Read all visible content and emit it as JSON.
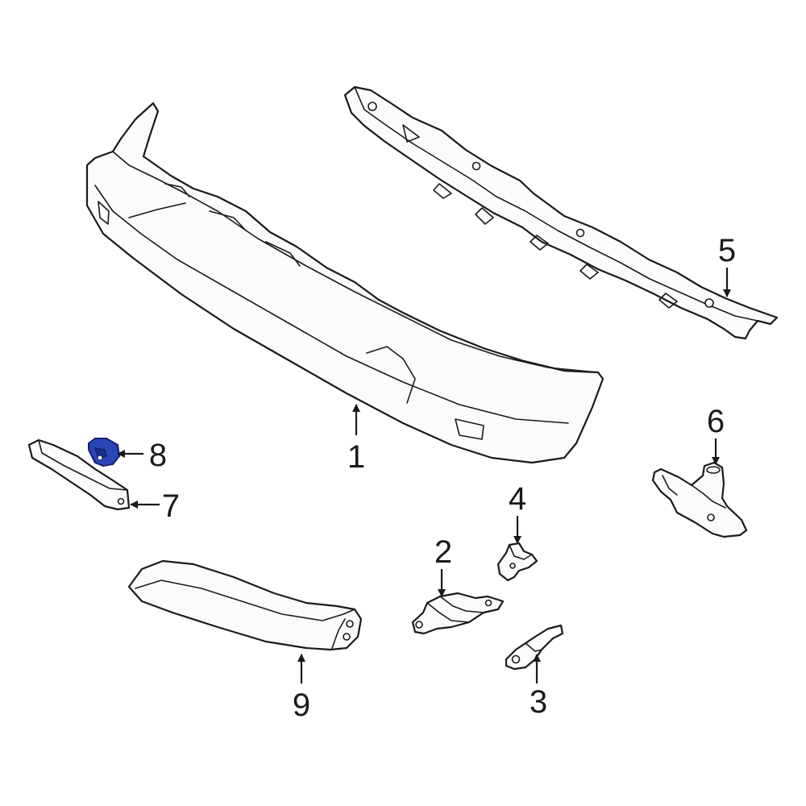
{
  "callouts": {
    "c1": "1",
    "c2": "2",
    "c3": "3",
    "c4": "4",
    "c5": "5",
    "c6": "6",
    "c7": "7",
    "c8": "8",
    "c9": "9"
  },
  "colors": {
    "line": "#1a1a1a",
    "part_fill": "#fbfbfb",
    "highlight_fill": "#2c46b8",
    "highlight_stroke": "#14206e"
  },
  "highlighted_part": "8"
}
